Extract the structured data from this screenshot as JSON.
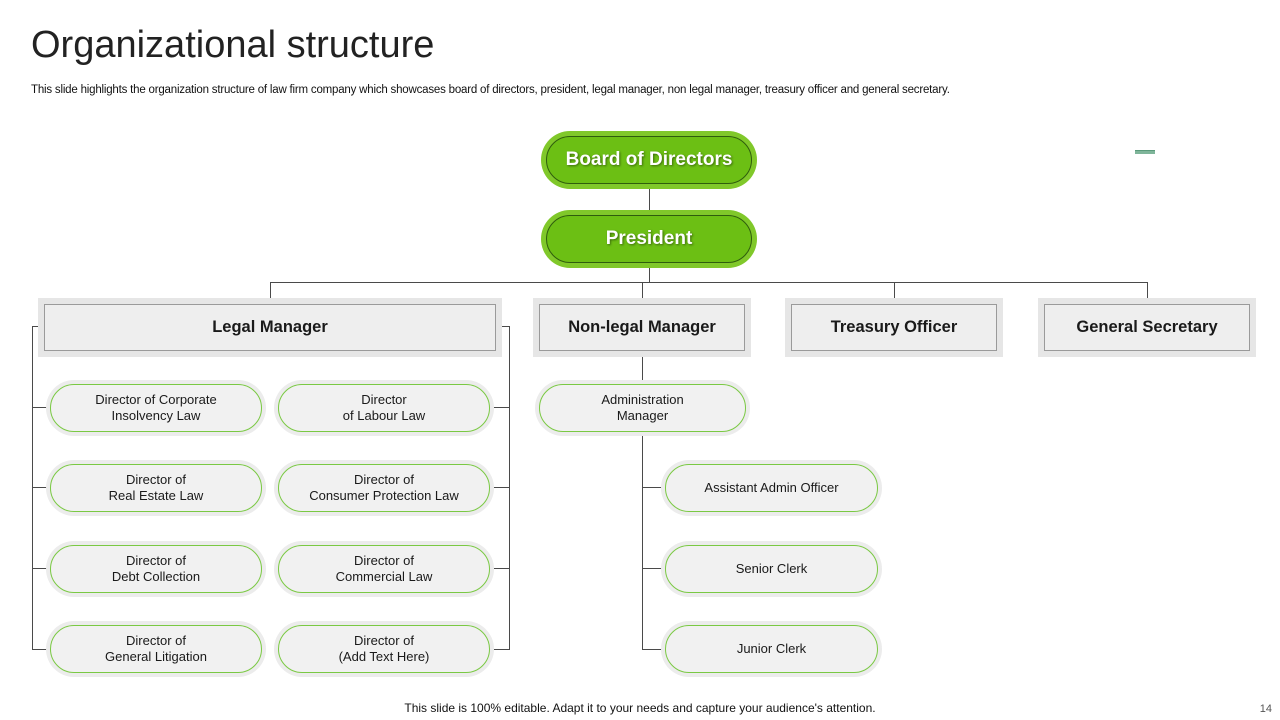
{
  "header": {
    "title": "Organizational structure",
    "subtitle": "This slide highlights the organization structure of law firm company which showcases board of directors, president, legal manager, non legal manager, treasury officer and general secretary."
  },
  "footer": {
    "note": "This slide is 100% editable. Adapt it to your needs and capture your audience's attention.",
    "page_number": "14"
  },
  "colors": {
    "accent_green": "#6cbf14",
    "item_border_green": "#7ac943",
    "manager_box_grey": "#eeeeee",
    "connector": "#4a4a4a"
  },
  "org": {
    "board": "Board of Directors",
    "president": "President",
    "managers": {
      "legal": "Legal Manager",
      "non_legal": "Non-legal Manager",
      "treasury": "Treasury Officer",
      "secretary": "General Secretary"
    },
    "legal_directors": [
      {
        "line1": "Director of Corporate",
        "line2": "Insolvency Law"
      },
      {
        "line1": "Director",
        "line2": "of Labour Law"
      },
      {
        "line1": "Director of",
        "line2": "Real Estate Law"
      },
      {
        "line1": "Director of",
        "line2": "Consumer Protection Law"
      },
      {
        "line1": "Director of",
        "line2": "Debt Collection"
      },
      {
        "line1": "Director of",
        "line2": "Commercial Law"
      },
      {
        "line1": "Director of",
        "line2": "General Litigation"
      },
      {
        "line1": "Director of",
        "line2": "(Add Text Here)"
      }
    ],
    "non_legal": {
      "admin_manager": {
        "line1": "Administration",
        "line2": "Manager"
      },
      "staff": [
        "Assistant Admin Officer",
        "Senior Clerk",
        "Junior Clerk"
      ]
    }
  }
}
